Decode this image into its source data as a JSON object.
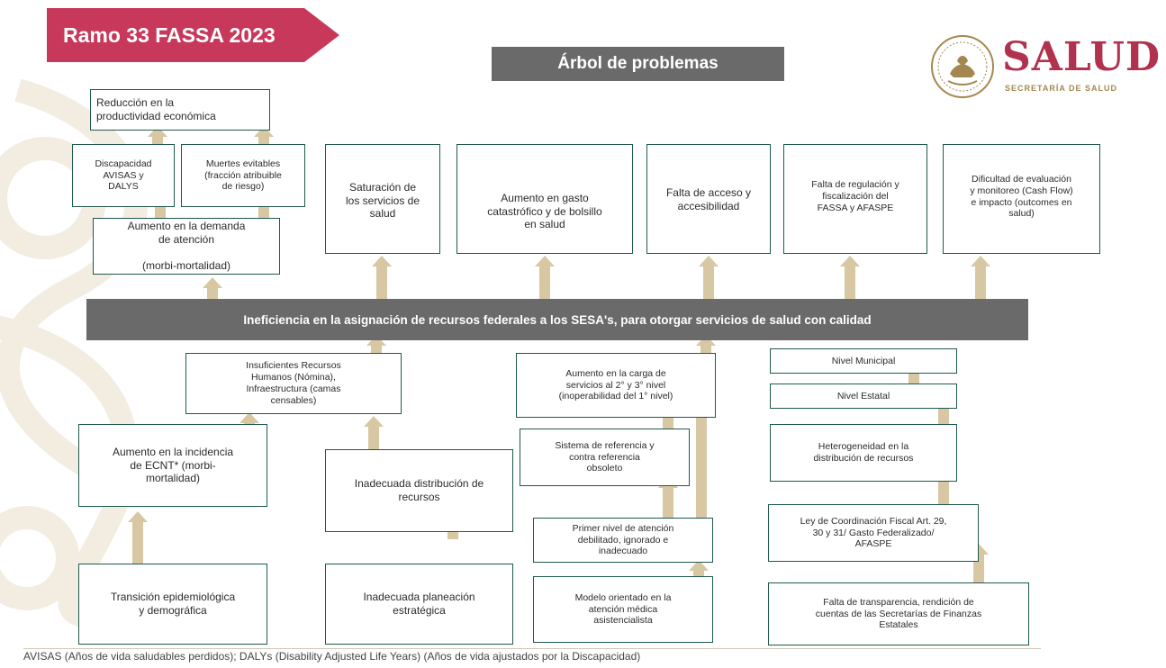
{
  "header": {
    "banner_text": "Ramo 33 FASSA 2023",
    "title": "Árbol de problemas",
    "logo_text": "SALUD",
    "logo_subtext": "SECRETARÍA DE SALUD"
  },
  "colors": {
    "banner": "#c8385a",
    "title_bg": "#6a6a6a",
    "box_border": "#1e5a4c",
    "arrow": "#d8c7a3",
    "logo_red": "#b0324e",
    "logo_gold": "#a4874e"
  },
  "core_problem": "Ineficiencia en la asignación de recursos federales a los SESA's, para otorgar servicios de salud con calidad",
  "effects": {
    "reduccion": "Reducción en la\nproductividad económica",
    "discapacidad": "Discapacidad\nAVISAS y\nDALYS",
    "muertes": "Muertes evitables\n(fracción atribuible\nde riesgo)",
    "demanda": "Aumento en la demanda\nde atención\n\n(morbi-mortalidad)",
    "saturacion": "Saturación de\nlos servicios de\nsalud",
    "gasto": "Aumento en gasto\ncatastrófico y de bolsillo\nen salud",
    "acceso": "Falta de acceso y\naccesibilidad",
    "regulacion": "Falta de regulación y\nfiscalización del\nFASSA y AFASPE",
    "evaluacion": "Dificultad de evaluación\ny monitoreo (Cash Flow)\ne impacto (outcomes en\nsalud)"
  },
  "causes": {
    "rrhh": "Insuficientes Recursos\nHumanos  (Nómina),\nInfraestructura (camas\ncensables)",
    "ecnt": "Aumento en la incidencia\nde ECNT* (morbi-\nmortalidad)",
    "distribucion": "Inadecuada distribución de\nrecursos",
    "transicion": "Transición epidemiológica\ny demográfica",
    "planeacion": "Inadecuada planeación\nestratégica",
    "carga": "Aumento en la carga de\nservicios al 2° y 3° nivel\n(inoperabilidad del 1° nivel)",
    "referencia": "Sistema de referencia y\ncontra referencia\nobsoleto",
    "primer_nivel": "Primer nivel de atención\ndebilitado, ignorado e\ninadecuado",
    "modelo": "Modelo orientado en la\natención médica\nasistencialista",
    "municipal": "Nivel Municipal",
    "estatal": "Nivel Estatal",
    "heterogeneidad": "Heterogeneidad en la\ndistribución de recursos",
    "ley": "Ley de Coordinación Fiscal Art. 29,\n30 y 31/ Gasto Federalizado/\nAFASPE",
    "transparencia": "Falta de transparencia, rendición de\ncuentas de las Secretarías de Finanzas\nEstatales"
  },
  "footnote": "AVISAS (Años de vida saludables perdidos); DALYs (Disability Adjusted Life Years) (Años de vida ajustados por la Discapacidad)"
}
